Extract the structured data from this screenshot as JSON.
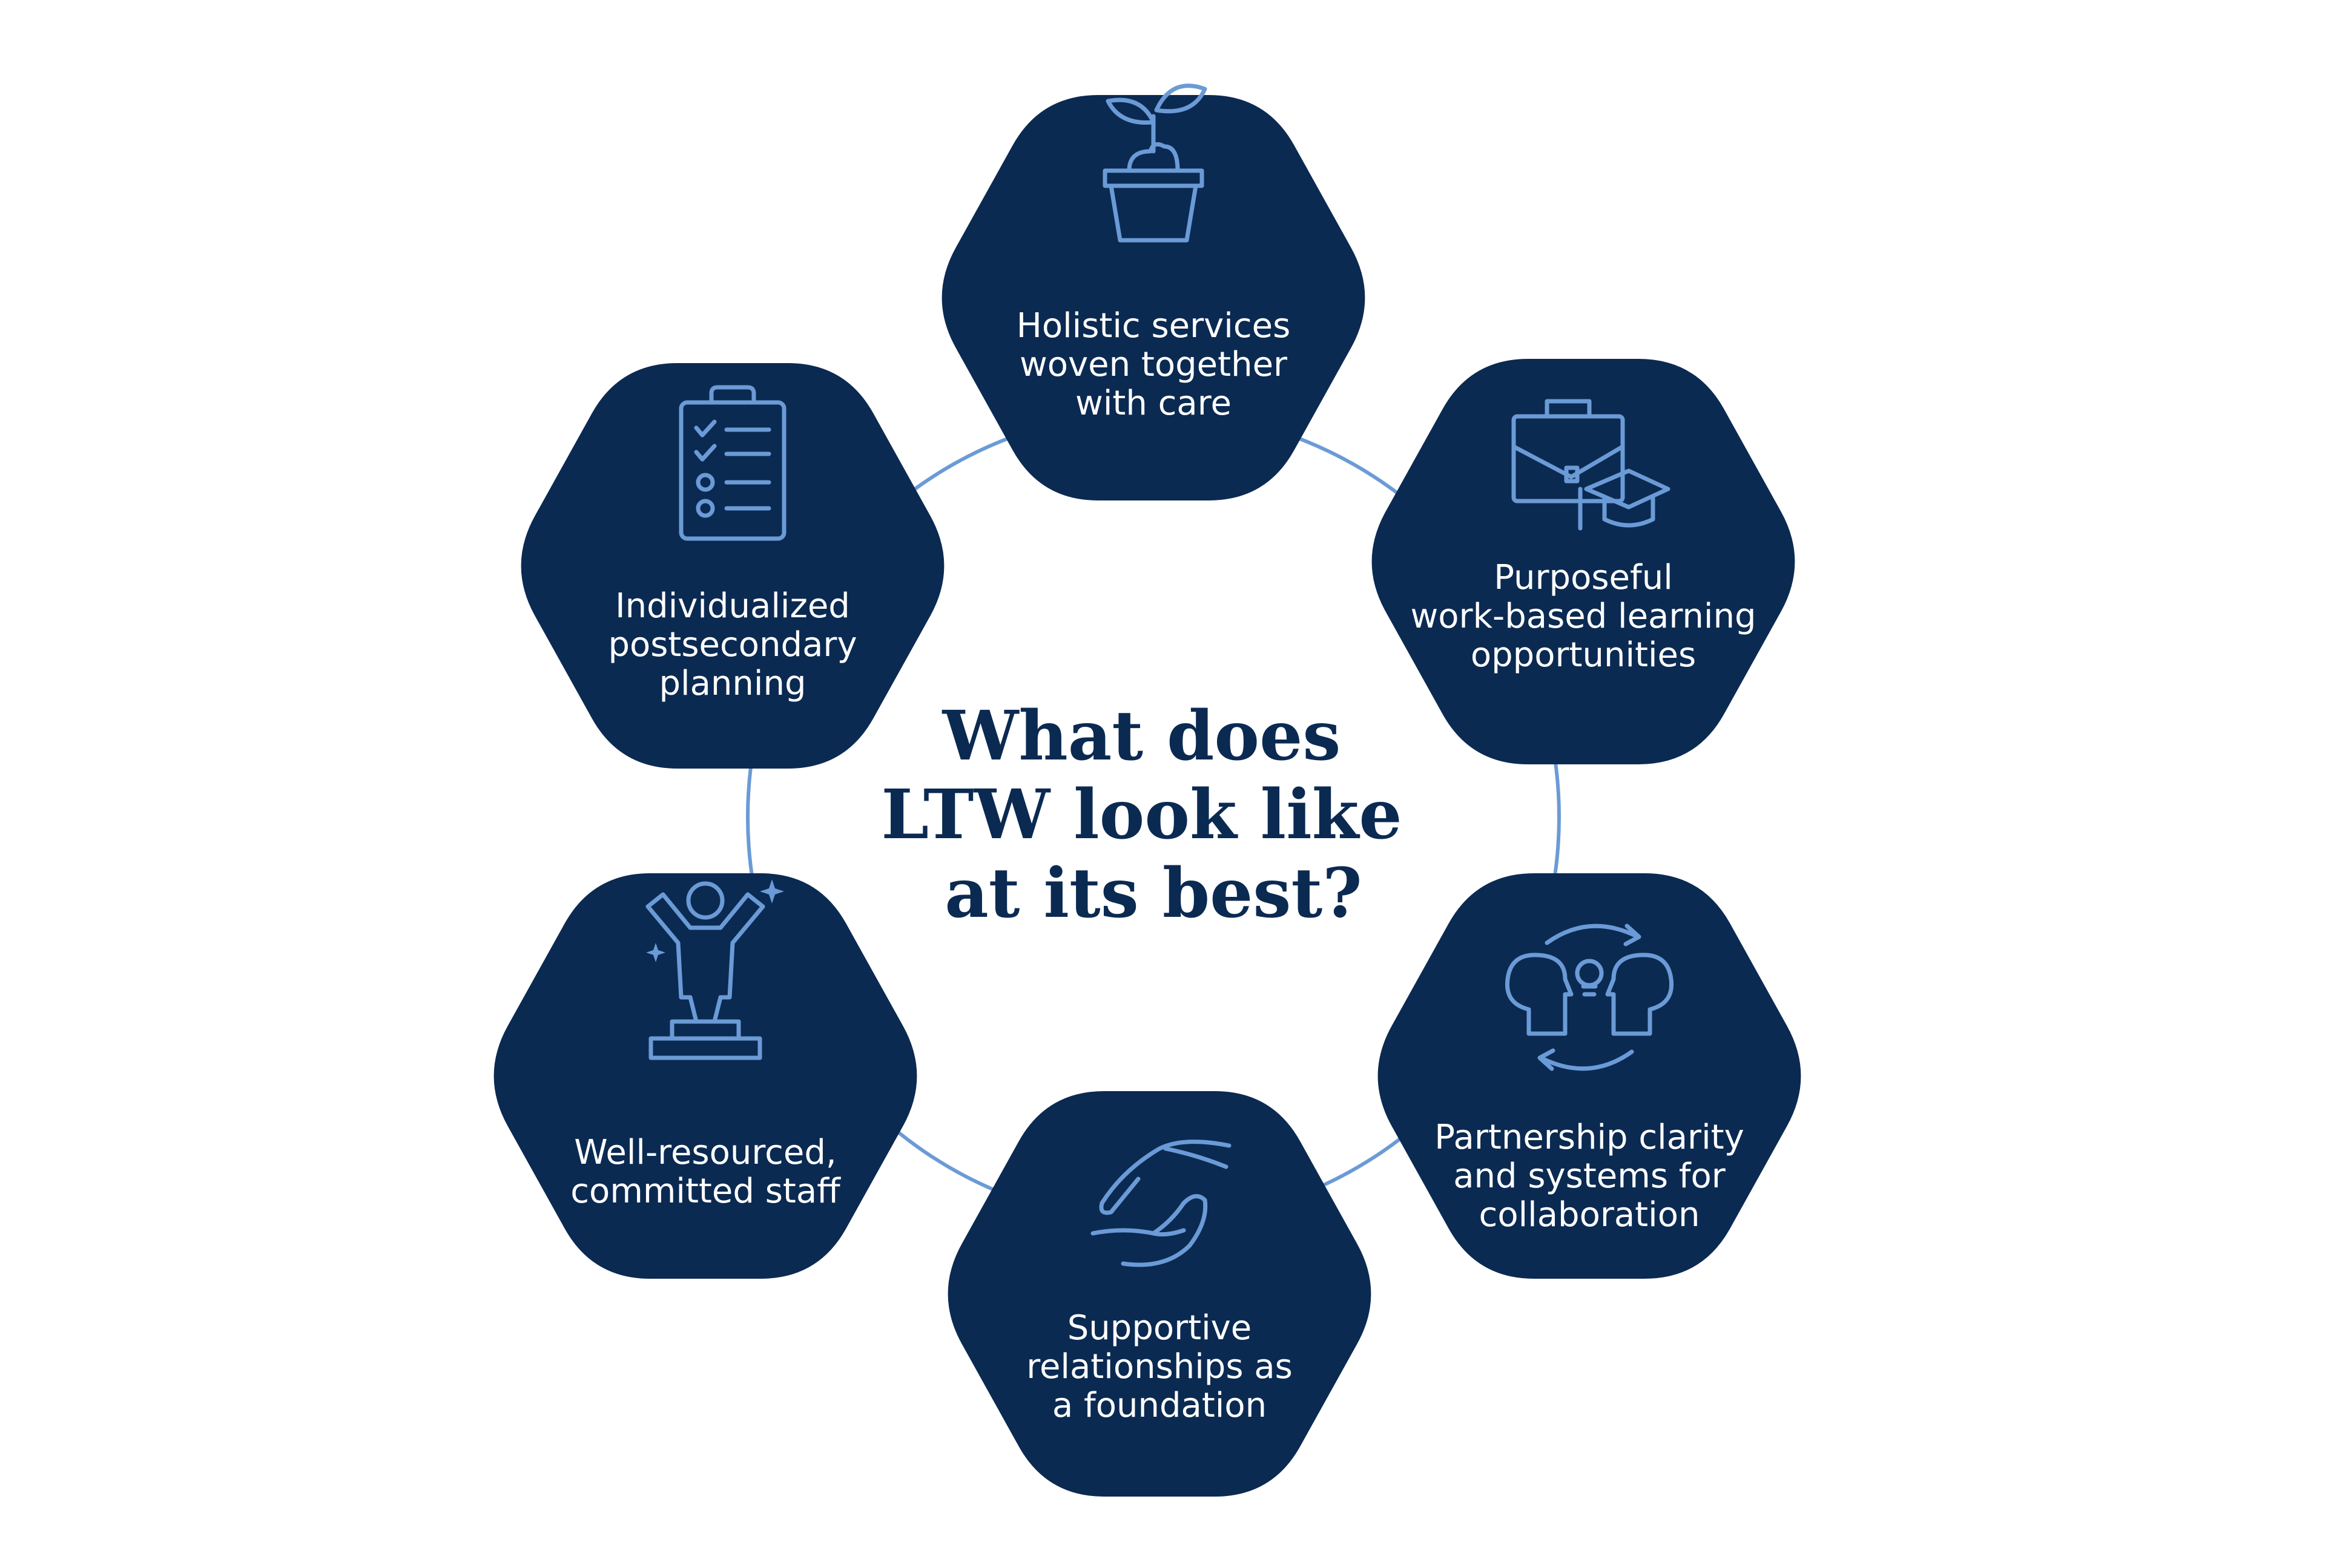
{
  "center": {
    "title_lines": [
      "What does",
      "LTW look like",
      "at its best?"
    ]
  },
  "nodes": [
    {
      "id": "holistic",
      "icon": "plant-pot-icon",
      "lines": [
        "Holistic services",
        "woven together",
        "with care"
      ]
    },
    {
      "id": "work-based",
      "icon": "briefcase-graduation-cap-icon",
      "lines": [
        "Purposeful",
        "work-based learning",
        "opportunities"
      ]
    },
    {
      "id": "partnership",
      "icon": "collaboration-heads-lightbulb-icon",
      "lines": [
        "Partnership clarity",
        "and systems for",
        "collaboration"
      ]
    },
    {
      "id": "supportive",
      "icon": "supporting-hands-icon",
      "lines": [
        "Supportive",
        "relationships as",
        "a foundation"
      ]
    },
    {
      "id": "staff",
      "icon": "celebrating-person-podium-icon",
      "lines": [
        "Well-resourced,",
        "committed staff"
      ]
    },
    {
      "id": "planning",
      "icon": "clipboard-checklist-icon",
      "lines": [
        "Individualized",
        "postsecondary",
        "planning"
      ]
    }
  ],
  "colors": {
    "hexagon": "#0b2a52",
    "icon": "#6b9bd6",
    "ring": "#6b9bd6",
    "title": "#0b2a52"
  }
}
